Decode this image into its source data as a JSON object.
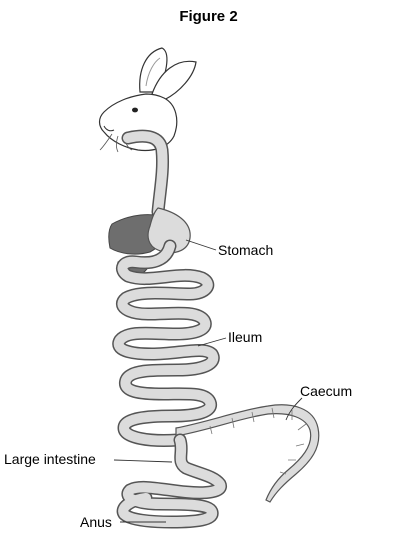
{
  "figure": {
    "title": "Figure 2",
    "labels": {
      "stomach": "Stomach",
      "ileum": "Ileum",
      "caecum": "Caecum",
      "large_intestine": "Large intestine",
      "anus": "Anus"
    }
  },
  "colors": {
    "gut_fill": "#dcdcdc",
    "gut_outline": "#555555",
    "liver": "#6e6e6e"
  }
}
